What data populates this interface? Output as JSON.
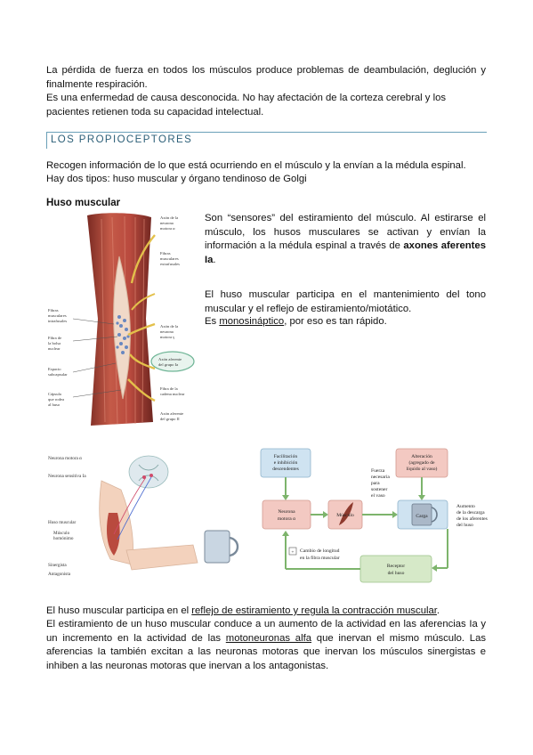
{
  "intro": {
    "line1": "La pérdida de fuerza en todos los músculos produce problemas de deambulación, deglución y finalmente respiración.",
    "line2": "Es una enfermedad de causa desconocida. No hay afectación de la corteza cerebral y los pacientes retienen toda su capacidad intelectual."
  },
  "section": {
    "title": "LOS PROPIOCEPTORES"
  },
  "propio": {
    "line1": "Recogen información de lo que está ocurriendo en el músculo y la envían a la médula espinal.",
    "line2": "Hay dos tipos: huso muscular y órgano tendinoso de Golgi"
  },
  "huso": {
    "heading": "Huso muscular",
    "p1_pre": "Son “sensores” del estiramiento del músculo. Al estirarse el músculo, los husos musculares se activan y envían la información a la médula espinal a través de ",
    "p1_bold": "axones aferentes Ia",
    "p1_post": ".",
    "p2": "El huso muscular participa en el mantenimiento del tono muscular y el reflejo de estiramiento/miotático.",
    "p3_pre": "Es ",
    "p3_u": "monosináptico",
    "p3_post": ", por eso es tan rápido."
  },
  "figure1": {
    "labels": {
      "a1": "Axón de la",
      "a2": "neurona",
      "a3": "motora α",
      "b1": "Fibras",
      "b2": "musculares",
      "b3": "extrafusales",
      "c1": "Fibras",
      "c2": "musculares",
      "c3": "intrafusales",
      "d1": "Axón de la",
      "d2": "neurona",
      "d3": "motora γ",
      "e1": "Fibra de",
      "e2": "la bolsa",
      "e3": "nuclear",
      "f1": "Axón aferente",
      "f2": "del grupo Ia",
      "g1": "Espacio",
      "g2": "subcapsular",
      "h1": "Fibra de la",
      "h2": "cadena nuclear",
      "i1": "Cápsula",
      "i2": "que rodea",
      "i3": "al huso",
      "j1": "Axón aferente",
      "j2": "del grupo II"
    }
  },
  "figure2": {
    "labels": {
      "motora": "Neurona motora α",
      "sensitiva": "Neurona sensitiva Ia",
      "huso": "Huso muscular",
      "musculo1": "Músculo",
      "musculo2": "homónimo",
      "sinergista": "Sinergista",
      "antagonista": "Antagonista"
    }
  },
  "figure3": {
    "fac1": "Facilitación",
    "fac2": "e inhibición",
    "fac3": "descendentes",
    "alt1": "Alteración",
    "alt2": "(agregado de",
    "alt3": "líquido al vaso)",
    "fuerza1": "Fuerza",
    "fuerza2": "necesaria",
    "fuerza3": "para",
    "fuerza4": "sostener",
    "fuerza5": "el vaso",
    "neurona1": "Neurona",
    "neurona2": "motora α",
    "musculo": "Músculo",
    "carga": "Carga",
    "aum1": "Aumento",
    "aum2": "de la descarga",
    "aum3": "de los aferentes",
    "aum4": "del huso",
    "cambio1": "Cambio de longitud",
    "cambio2": "en la fibra muscular",
    "receptor1": "Receptor",
    "receptor2": "del huso",
    "plus": "+"
  },
  "bottom": {
    "p1_pre": "El huso muscular participa en el ",
    "p1_u": "reflejo de estiramiento y regula la contracción muscular",
    "p1_post": ".",
    "p2_pre": "El estiramiento de un huso muscular conduce a un aumento de la actividad en las aferencias Ia y un incremento en la actividad de las ",
    "p2_u": "motoneuronas alfa",
    "p2_post": " que inervan el mismo músculo. Las aferencias Ia también excitan a las neuronas motoras que inervan los músculos sinergistas e inhiben a las neuronas motoras que inervan a los antagonistas."
  },
  "colors": {
    "muscle": "#b94a3e",
    "section_line": "#6aa0b8",
    "box_blue": "#cfe3f1",
    "box_red": "#f3c9c2",
    "box_green": "#d6e9c8",
    "arrow_green": "#7db46c"
  }
}
